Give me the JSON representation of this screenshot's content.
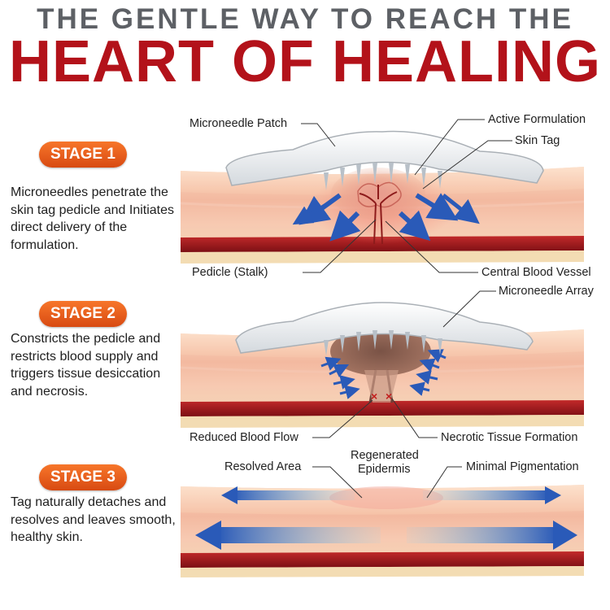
{
  "header": {
    "line1": "THE GENTLE WAY TO REACH THE",
    "line2": "HEART OF HEALING"
  },
  "stages": [
    {
      "badge": "STAGE 1",
      "text": "Microneedles penetrate the skin tag pedicle and Initiates direct delivery of the formulation."
    },
    {
      "badge": "STAGE 2",
      "text": "Constricts the pedicle and restricts blood supply and triggers tissue desiccation and necrosis."
    },
    {
      "badge": "STAGE 3",
      "text": "Tag naturally detaches and resolves and leaves smooth, healthy skin."
    }
  ],
  "callouts": {
    "microneedle_patch": "Microneedle Patch",
    "active_formulation": "Active Formulation",
    "skin_tag": "Skin Tag",
    "pedicle": "Pedicle (Stalk)",
    "central_blood_vessel": "Central Blood Vessel",
    "microneedle_array": "Microneedle Array",
    "reduced_blood_flow": "Reduced Blood Flow",
    "necrotic_tissue": "Necrotic Tissue Formation",
    "resolved_area": "Resolved Area",
    "regenerated_line1": "Regenerated",
    "regenerated_line2": "Epidermis",
    "minimal_pigmentation": "Minimal Pigmentation"
  },
  "colors": {
    "headline_gray": "#5d6065",
    "headline_red": "#b3121a",
    "badge_orange": "#e95a1c",
    "arrow_blue": "#2a5ab8"
  }
}
